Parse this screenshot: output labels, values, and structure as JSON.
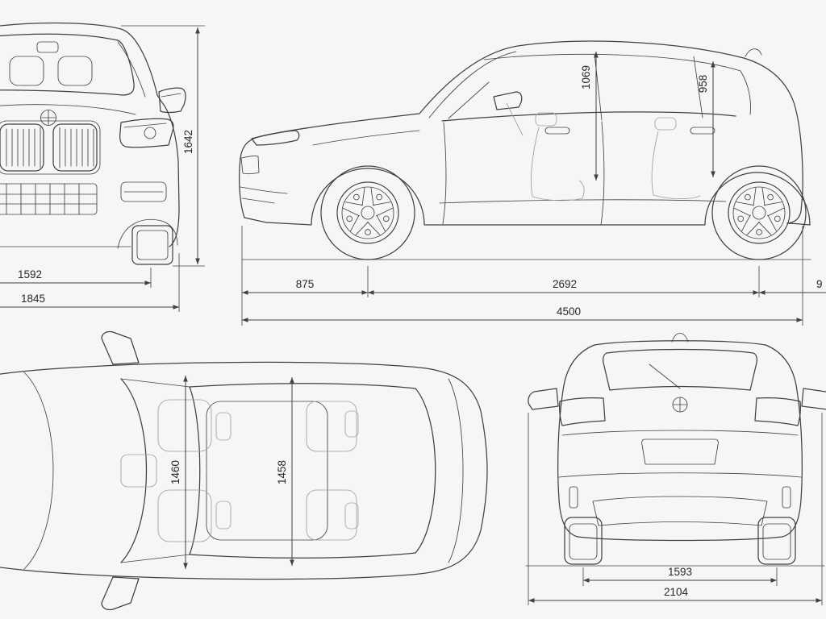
{
  "colors": {
    "background": "#f6f6f4",
    "line": "#3f4245",
    "text": "#26282a"
  },
  "icons": {
    "brand_badge_front": "bmw-roundel-icon",
    "brand_badge_rear": "bmw-roundel-icon",
    "antenna": "shark-fin-antenna-icon"
  },
  "dims": {
    "front": {
      "height": "1642",
      "track": "1592",
      "width": "1845"
    },
    "side": {
      "headroom_front": "1069",
      "headroom_rear": "958",
      "overhang_front": "875",
      "wheelbase": "2692",
      "rear_partial": "9",
      "length": "4500"
    },
    "top": {
      "interior_front_width": "1460",
      "interior_rear_width": "1458"
    },
    "rear": {
      "track": "1593",
      "width_incl_mirrors": "2104"
    }
  }
}
